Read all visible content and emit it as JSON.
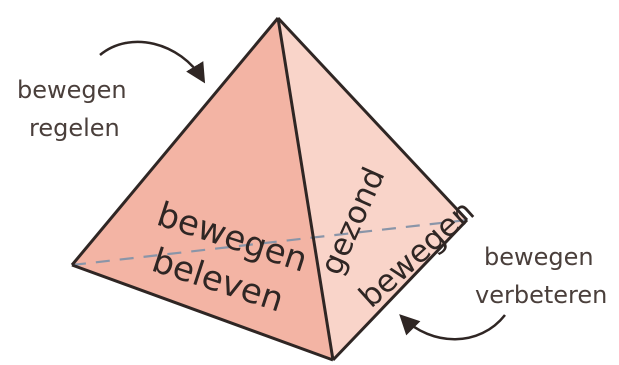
{
  "diagram": {
    "colors": {
      "front_face": "#f3b4a4",
      "right_face": "#f9d4c9",
      "edge": "#2f2624",
      "hidden_edge": "#8a95a8",
      "text": "#4a3f3b"
    },
    "faces": {
      "front": {
        "line1": "bewegen",
        "line2": "beleven"
      },
      "right": {
        "line1": "gezond",
        "line2": "bewegen"
      }
    },
    "callouts": {
      "top_left": {
        "line1": "bewegen",
        "line2": "regelen",
        "arrow_icon": "curved-arrow-icon"
      },
      "bottom_right": {
        "line1": "bewegen",
        "line2": "verbeteren",
        "arrow_icon": "curved-arrow-icon"
      }
    }
  }
}
